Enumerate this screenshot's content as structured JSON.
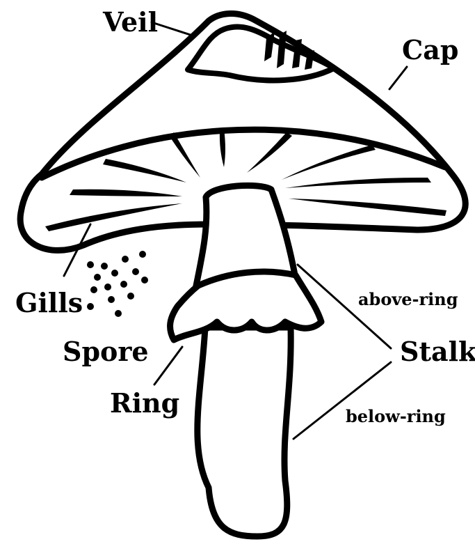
{
  "labels": {
    "veil": "Veil",
    "cap": "Cap",
    "gills": "Gills",
    "spore": "Spore",
    "ring": "Ring",
    "stalk": "Stalk",
    "above_ring": "above-ring",
    "below_ring": "below-ring"
  },
  "colors": {
    "line": "#000000",
    "background": "#ffffff"
  }
}
